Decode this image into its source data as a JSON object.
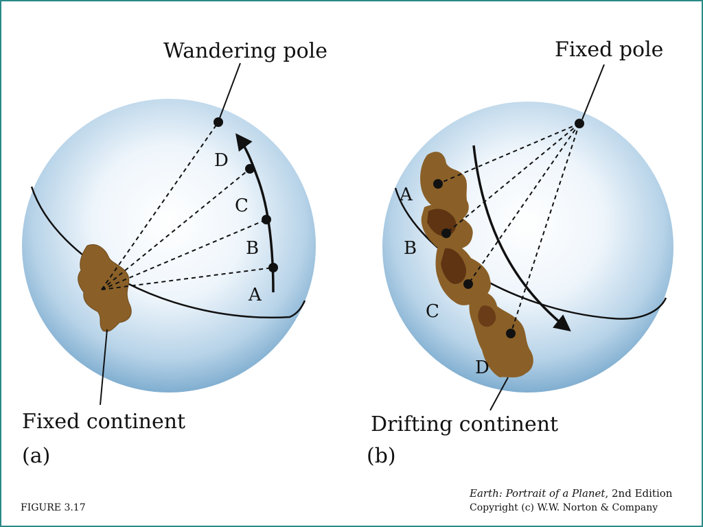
{
  "panel_a": {
    "pole_label": "Wandering pole",
    "continent_label": "Fixed continent",
    "panel_tag": "(a)",
    "points": [
      "A",
      "B",
      "C",
      "D"
    ]
  },
  "panel_b": {
    "pole_label": "Fixed pole",
    "continent_label": "Drifting continent",
    "panel_tag": "(b)",
    "points": [
      "A",
      "B",
      "C",
      "D"
    ]
  },
  "footer": {
    "figure_number": "FIGURE 3.17",
    "book_title": "Earth: Portrait of a Planet",
    "edition": ", 2nd Edition",
    "copyright": "Copyright (c) W.W. Norton & Company"
  },
  "colors": {
    "sphere_center": "#ffffff",
    "sphere_edge": "#7fb0d2",
    "continent": "#8a6028",
    "continent_dark": "#5e3413",
    "border": "#2a8a86"
  }
}
